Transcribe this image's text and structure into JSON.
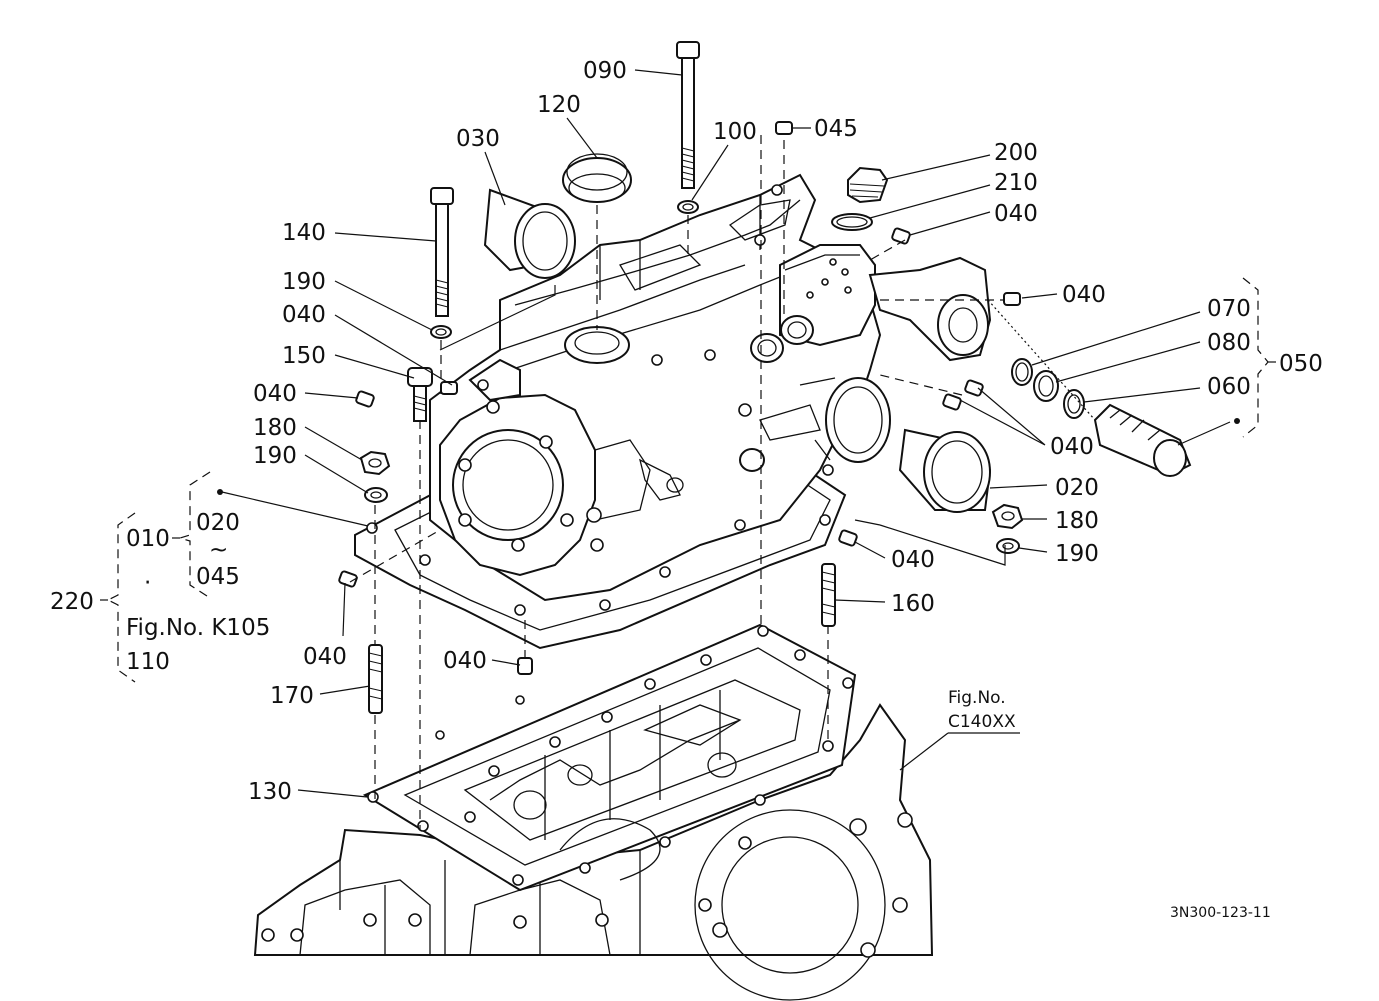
{
  "labels": {
    "l090": "090",
    "l120": "120",
    "l100": "100",
    "l045_top": "045",
    "l030": "030",
    "l200": "200",
    "l210": "210",
    "l040_a": "040",
    "l140": "140",
    "l040_b": "040",
    "l190_a": "190",
    "l070": "070",
    "l040_c": "040",
    "l080": "080",
    "l050": "050",
    "l150": "150",
    "l060": "060",
    "l040_d": "040",
    "l040_e": "040",
    "l180_a": "180",
    "l190_b": "190",
    "l020_right": "020",
    "l180_b": "180",
    "l190_c": "190",
    "l040_f": "040",
    "l160": "160",
    "l040_g": "040",
    "l040_h": "040",
    "l170": "170",
    "l130": "130"
  },
  "assembly": {
    "l220": "220",
    "l010": "010",
    "l020": "020",
    "tilde": "~",
    "l045": "045",
    "dot": "·",
    "fig_ref": "Fig.No. K105",
    "l110": "110"
  },
  "fig_ref_right": {
    "line1": "Fig.No.",
    "line2": "C140XX"
  },
  "drawing_code": "3N300-123-11"
}
